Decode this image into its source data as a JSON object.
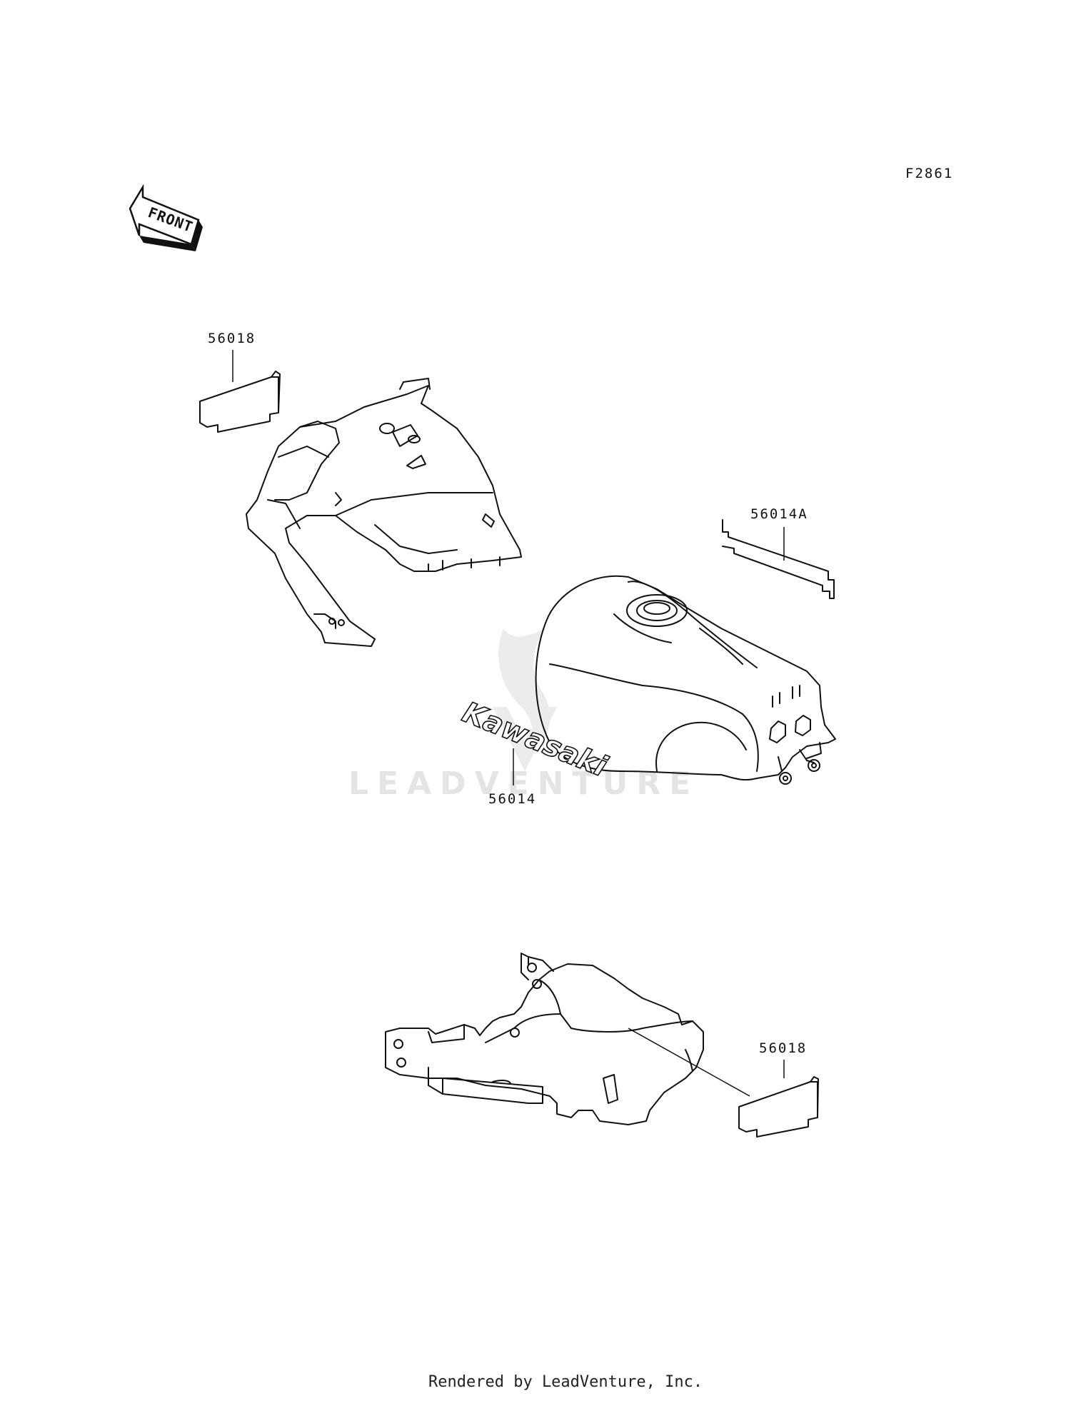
{
  "figure_code": "F2861",
  "front_marker": "FRONT",
  "watermark": "LEADVENTURE",
  "footer": "Rendered by LeadVenture, Inc.",
  "decal_text": "Kawasaki",
  "callouts": {
    "upper_cowl_decal": "56018",
    "tank_stripe": "56014A",
    "tank_emblem": "56014",
    "tail_decal": "56018"
  }
}
